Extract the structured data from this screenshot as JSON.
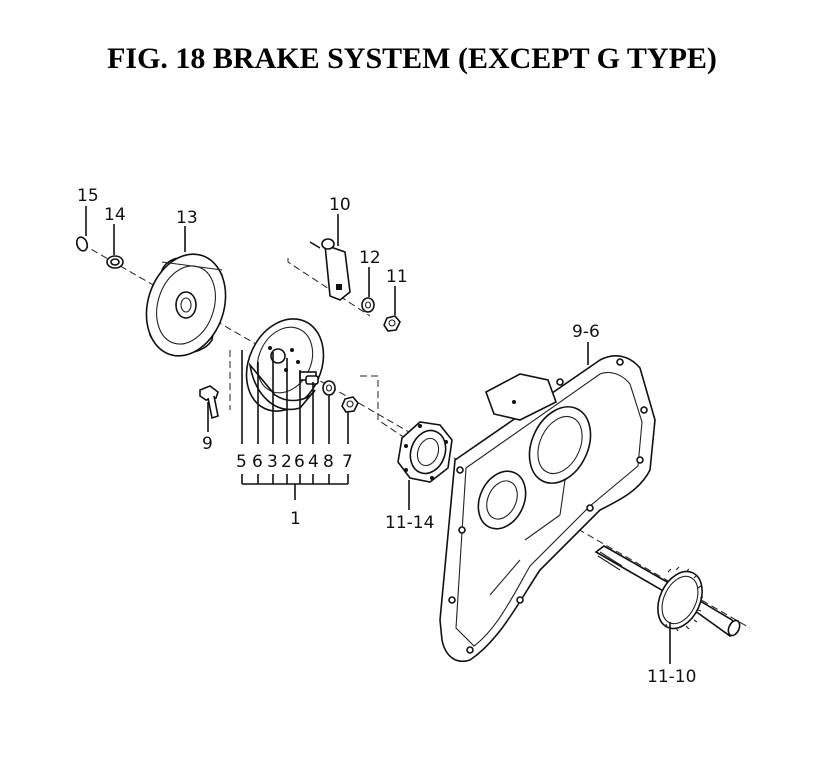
{
  "title": "FIG. 18  BRAKE SYSTEM (EXCEPT G TYPE)",
  "labels": {
    "p15": "15",
    "p14": "14",
    "p13": "13",
    "p10": "10",
    "p12": "12",
    "p11": "11",
    "p9_6": "9-6",
    "p9": "9",
    "p5": "5",
    "p6a": "6",
    "p3": "3",
    "p2": "2",
    "p6b": "6",
    "p4": "4",
    "p8": "8",
    "p7": "7",
    "p1": "1",
    "p11_14": "11-14",
    "p11_10": "11-10"
  }
}
